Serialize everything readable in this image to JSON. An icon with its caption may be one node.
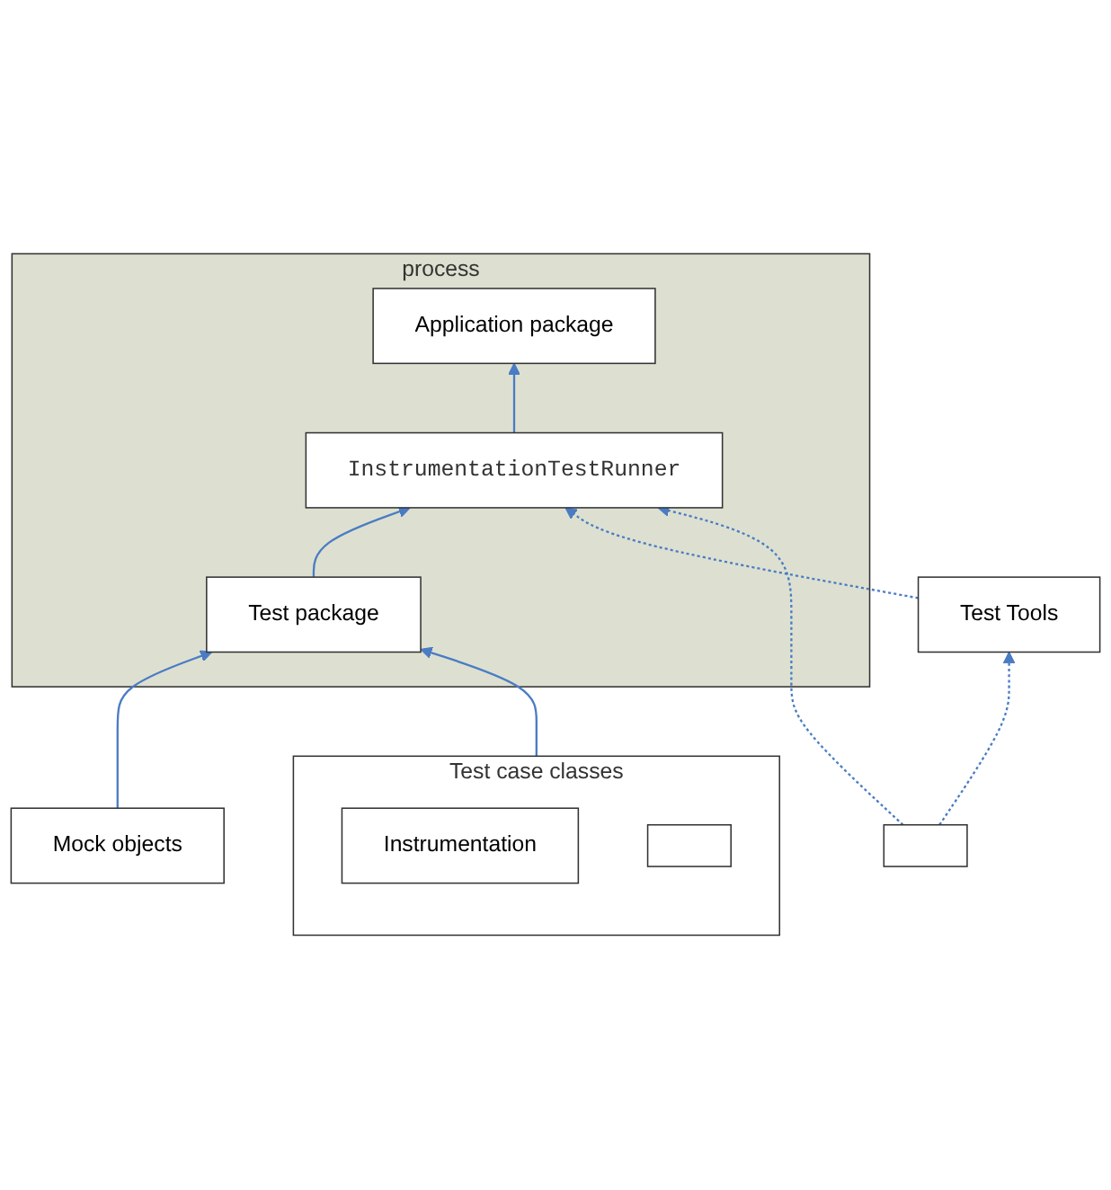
{
  "diagram": {
    "nodes": [
      {
        "text": [
          "process"
        ]
      },
      {
        "text": [
          "Application package"
        ],
        "in": 0
      },
      {
        "text": [
          "InstrumentationTestRunner"
        ],
        "in": 0
      },
      {
        "text": [
          "Test package"
        ],
        "in": 0
      },
      {
        "text": [
          "Test Tools"
        ]
      },
      {
        "text": [],
        "shape": "box"
      },
      {
        "text": [
          "Test case classes"
        ]
      },
      {
        "text": [
          "Instrumentation"
        ],
        "in": 6
      },
      {
        "text": [],
        "shape": "box",
        "in": 6
      },
      {
        "text": [
          "Mock objects"
        ]
      }
    ],
    "edges": [
      {
        "from": 2,
        "to": 1,
        "arrow": "to"
      },
      {
        "from": 3,
        "to": 2,
        "arrow": "to"
      },
      {
        "from": 6,
        "to": 3,
        "arrow": "to"
      },
      {
        "from": 9,
        "to": 3,
        "arrow": "to"
      },
      {
        "from": 5,
        "to": 4,
        "arrow": "to",
        "style": "dashed"
      },
      {
        "from": 4,
        "to": 2,
        "arrow": "to",
        "style": "dashed"
      },
      {
        "from": 5,
        "to": 2,
        "arrow": "to",
        "style": "dashed"
      }
    ]
  }
}
